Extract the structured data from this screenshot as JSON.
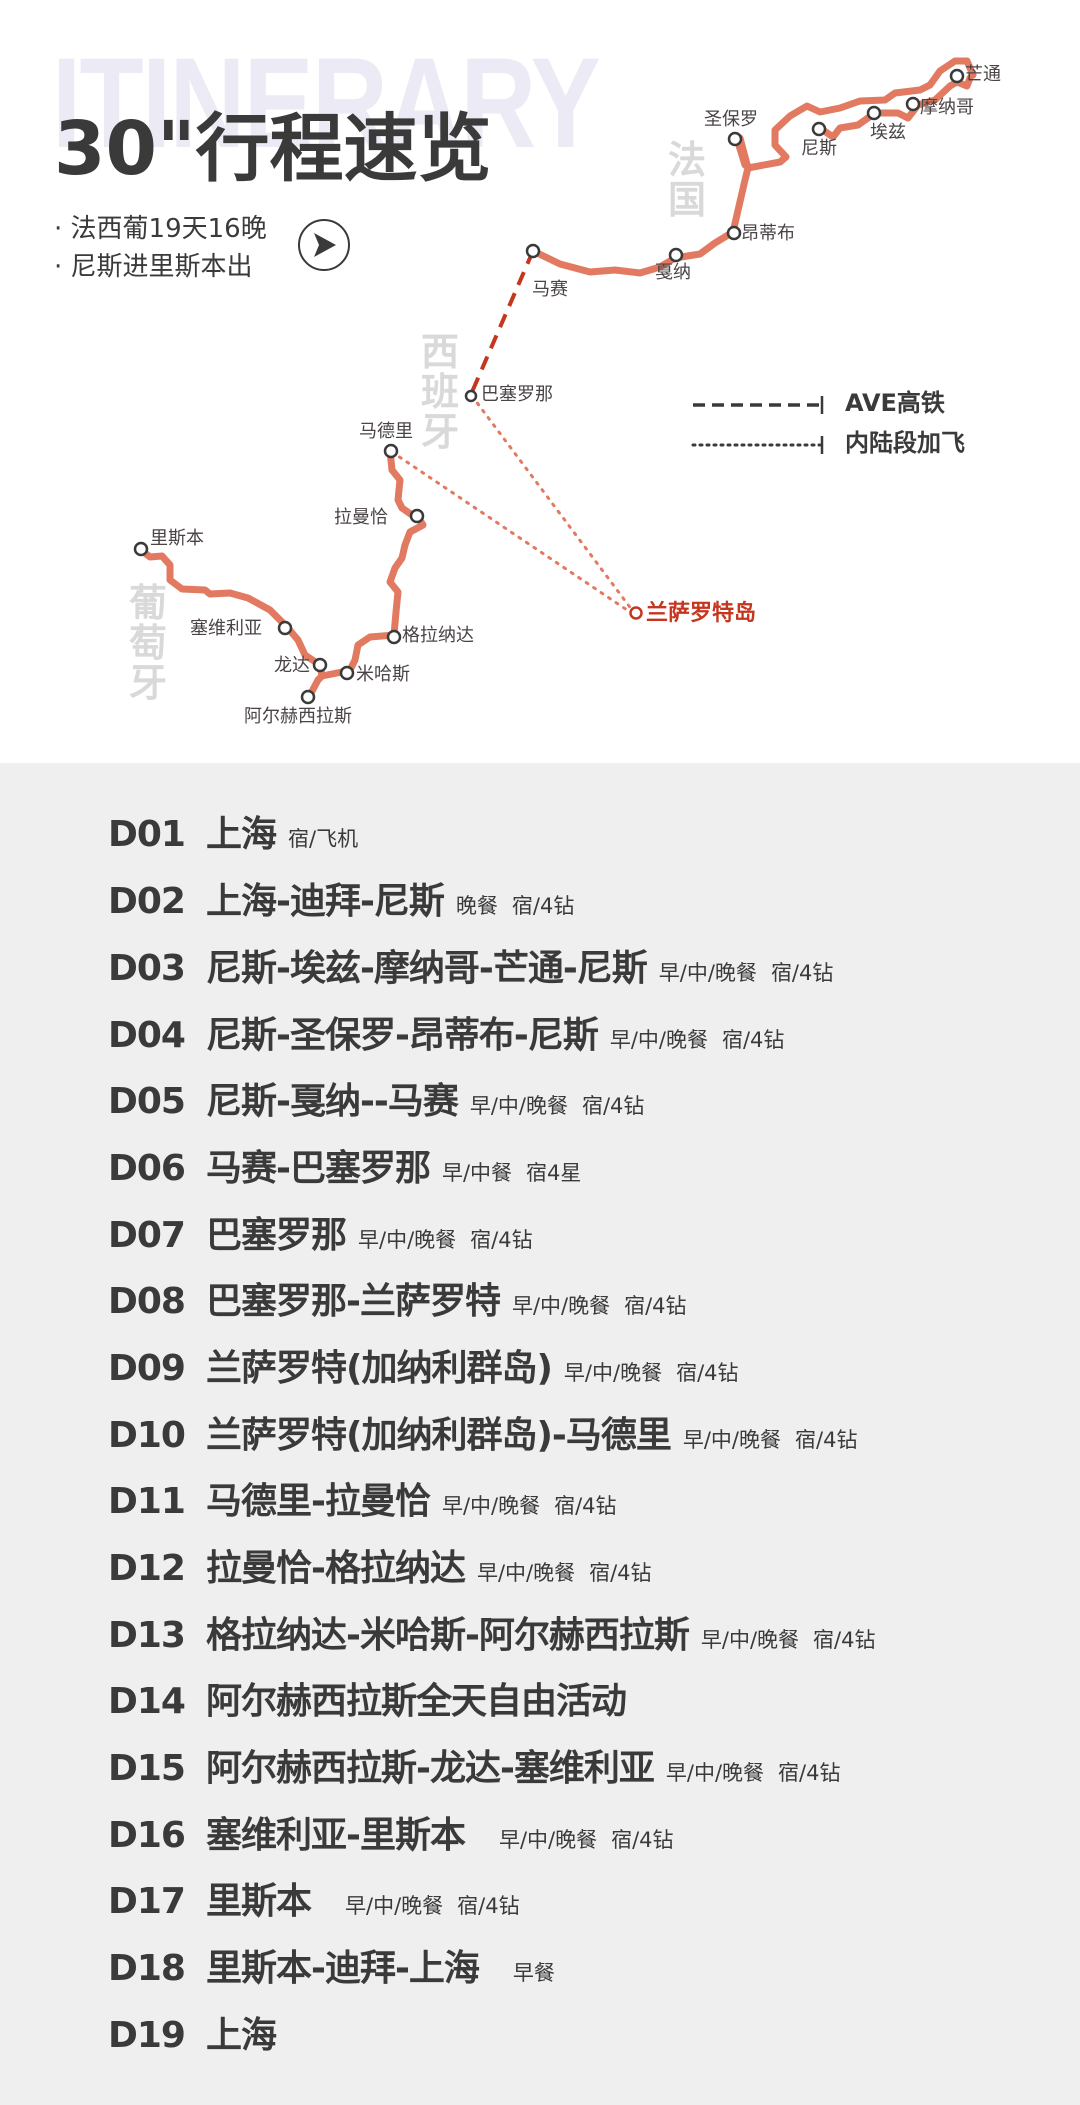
{
  "header": {
    "bg_word": "ITINERARY",
    "title": "30\"行程速览",
    "subtitle_1": "· 法西葡19天16晚",
    "subtitle_2": "· 尼斯进里斯本出",
    "play_icon": "play-circle-icon"
  },
  "map": {
    "countries": {
      "france": "法国",
      "spain": "西班牙",
      "portugal": "葡萄牙"
    },
    "cities": {
      "menton": "芒通",
      "monaco": "摩纳哥",
      "eze": "埃兹",
      "nice": "尼斯",
      "saint_paul": "圣保罗",
      "antibes": "昂蒂布",
      "cannes": "戛纳",
      "marseille": "马赛",
      "barcelona": "巴塞罗那",
      "madrid": "马德里",
      "malaga": "拉曼恰",
      "granada": "格拉纳达",
      "mijas": "米哈斯",
      "algeciras": "阿尔赫西拉斯",
      "ronda": "龙达",
      "seville": "塞维利亚",
      "lisbon": "里斯本",
      "lanzarote": "兰萨罗特岛"
    },
    "legend": {
      "rail": "AVE高铁",
      "flight": "内陆段加飞"
    },
    "colors": {
      "route": "#e27a62",
      "rail": "#c5361f",
      "highlight": "#c5361f",
      "node_stroke": "#3a3a3a"
    }
  },
  "itinerary": [
    {
      "day": "D01",
      "route": "上海",
      "meals": "宿/飞机",
      "hotel": ""
    },
    {
      "day": "D02",
      "route": "上海-迪拜-尼斯",
      "meals": "晚餐",
      "hotel": "宿/4钻"
    },
    {
      "day": "D03",
      "route": "尼斯-埃兹-摩纳哥-芒通-尼斯",
      "meals": "早/中/晚餐",
      "hotel": "宿/4钻"
    },
    {
      "day": "D04",
      "route": "尼斯-圣保罗-昂蒂布-尼斯",
      "meals": "早/中/晚餐",
      "hotel": "宿/4钻"
    },
    {
      "day": "D05",
      "route": "尼斯-戛纳--马赛",
      "meals": "早/中/晚餐",
      "hotel": "宿/4钻"
    },
    {
      "day": "D06",
      "route": "马赛-巴塞罗那",
      "meals": "早/中餐",
      "hotel": "宿4星"
    },
    {
      "day": "D07",
      "route": "巴塞罗那",
      "meals": "早/中/晚餐",
      "hotel": "宿/4钻"
    },
    {
      "day": "D08",
      "route": "巴塞罗那-兰萨罗特",
      "meals": "早/中/晚餐",
      "hotel": "宿/4钻"
    },
    {
      "day": "D09",
      "route": "兰萨罗特(加纳利群岛)",
      "meals": "早/中/晚餐",
      "hotel": "宿/4钻"
    },
    {
      "day": "D10",
      "route": "兰萨罗特(加纳利群岛)-马德里",
      "meals": "早/中/晚餐",
      "hotel": "宿/4钻"
    },
    {
      "day": "D11",
      "route": "马德里-拉曼恰",
      "meals": "早/中/晚餐",
      "hotel": "宿/4钻"
    },
    {
      "day": "D12",
      "route": "拉曼恰-格拉纳达",
      "meals": "早/中/晚餐",
      "hotel": "宿/4钻"
    },
    {
      "day": "D13",
      "route": "格拉纳达-米哈斯-阿尔赫西拉斯",
      "meals": "早/中/晚餐",
      "hotel": "宿/4钻"
    },
    {
      "day": "D14",
      "route": "阿尔赫西拉斯全天自由活动",
      "meals": "",
      "hotel": ""
    },
    {
      "day": "D15",
      "route": "阿尔赫西拉斯-龙达-塞维利亚",
      "meals": "早/中/晚餐",
      "hotel": "宿/4钻"
    },
    {
      "day": "D16",
      "route": "塞维利亚-里斯本",
      "meals": "早/中/晚餐",
      "hotel": "宿/4钻"
    },
    {
      "day": "D17",
      "route": "里斯本",
      "meals": "早/中/晚餐",
      "hotel": "宿/4钻"
    },
    {
      "day": "D18",
      "route": "里斯本-迪拜-上海",
      "meals": "早餐",
      "hotel": ""
    },
    {
      "day": "D19",
      "route": "上海",
      "meals": "",
      "hotel": ""
    }
  ]
}
